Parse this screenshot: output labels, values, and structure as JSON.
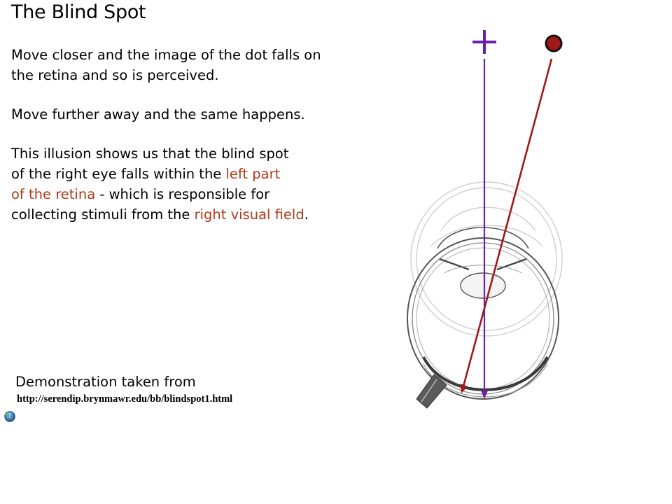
{
  "slide": {
    "title": "The Blind Spot",
    "paragraph1": "Move closer and the image of the dot falls on the retina and so is perceived.",
    "paragraph2": "Move further away and the same happens.",
    "paragraph3": {
      "line1": "This illusion shows us that the blind spot",
      "line2a": "of the right eye falls within the ",
      "line2b": "left part",
      "line3a": "of the retina",
      "line3b": " - which is responsible for",
      "line4a": "collecting stimuli from the ",
      "line4b": "right visual field",
      "line4c": "."
    },
    "credit_label": "Demonstration taken from",
    "credit_url": "http://serendip.brynmawr.edu/bb/blindspot1.html"
  },
  "colors": {
    "text": "#000000",
    "highlight": "#b03a1a",
    "fixation_line": "#6a1fb0",
    "dot_line": "#a01818",
    "dot_fill": "#a01818"
  },
  "icons": {
    "link": "globe-icon",
    "fixation": "plus-icon",
    "target": "dot-icon"
  }
}
